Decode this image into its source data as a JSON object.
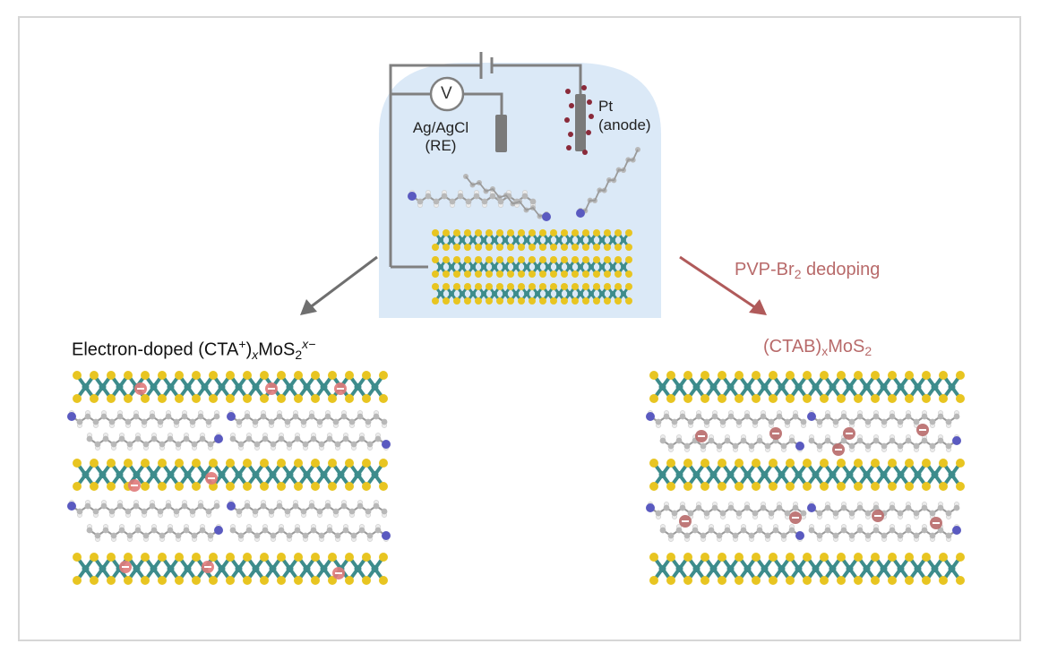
{
  "labels": {
    "voltmeter": "V",
    "ref_electrode_1": "Ag/AgCl",
    "ref_electrode_2": "(RE)",
    "pt_1": "Pt",
    "pt_2": "(anode)",
    "dedoping_pre": "PVP-Br",
    "dedoping_sub": "2",
    "dedoping_post": " dedoping",
    "left_title": {
      "a": "Electron-doped (CTA",
      "sup1": "+",
      "b": ")",
      "sub1": "x",
      "c": "MoS",
      "sub2": "2",
      "sup2": "x−"
    },
    "right_title": {
      "a": "(CTAB)",
      "sub1": "x",
      "b": "MoS",
      "sub2": "2"
    }
  },
  "colors": {
    "wire": "#808080",
    "left_arrow": "#6f6f6f",
    "right_arrow": "#b05a5a",
    "dedoping_text": "#b86a6a",
    "beaker": "#dbe9f7",
    "sulfur": "#e8c521",
    "molybdenum": "#3d8c8c",
    "chain_carbon": "#b8b8b8",
    "chain_hydrogen": "#ececec",
    "nitrogen": "#5a5ac0",
    "electron": "#e07a7a",
    "bromide": "#b86a6a"
  }
}
